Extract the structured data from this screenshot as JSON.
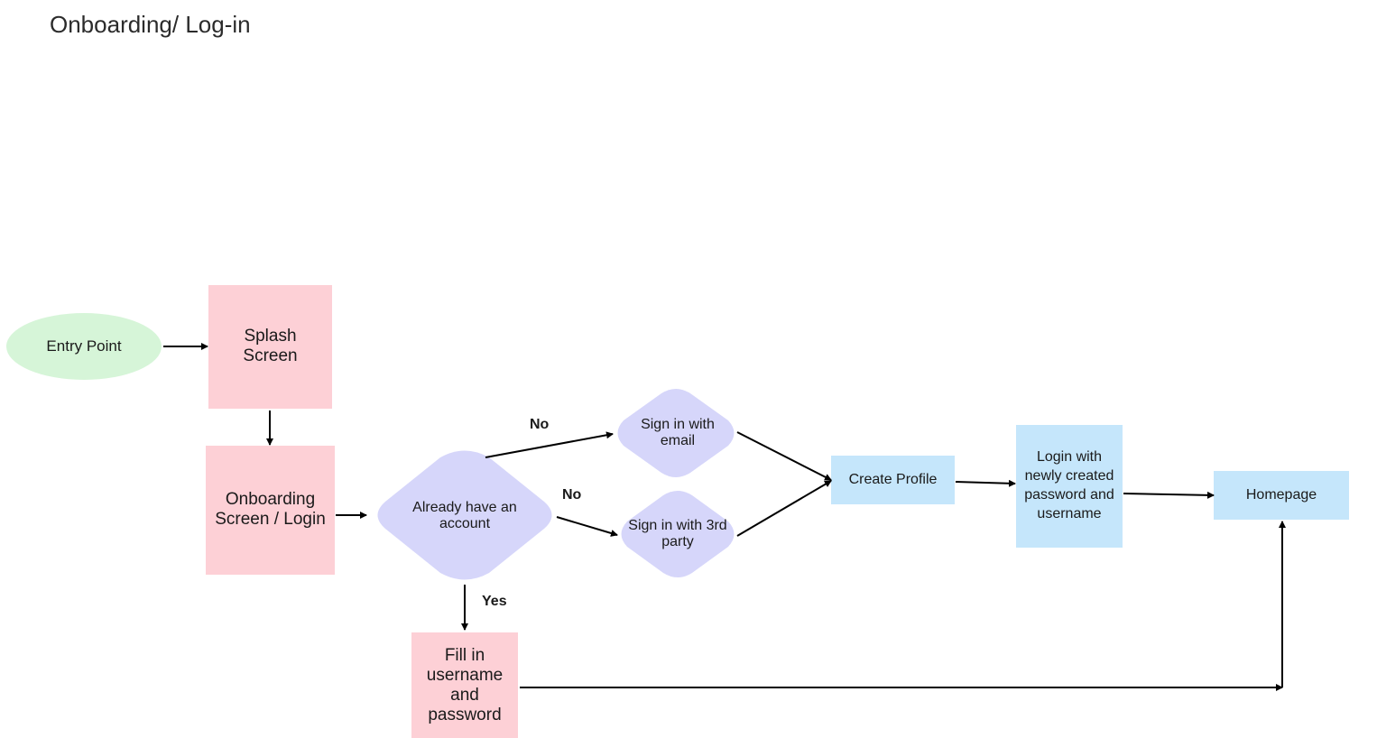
{
  "title": "Onboarding/ Log-in",
  "colors": {
    "terminal": "#d6f5d8",
    "pink_box": "#fdd0d6",
    "decision": "#d6d6fa",
    "blue_box": "#c5e6fb",
    "arrow": "#000000"
  },
  "nodes": {
    "entry_point": "Entry Point",
    "splash_screen": "Splash Screen",
    "onboarding_login": "Onboarding Screen / Login",
    "already_have_account": "Already have an account",
    "sign_in_email": "Sign in with email",
    "sign_in_3rd_party": "Sign in with 3rd party",
    "fill_in": "Fill in username and password",
    "create_profile": "Create Profile",
    "login_new": "Login with newly created password and username",
    "homepage": "Homepage"
  },
  "edge_labels": {
    "no_email": "No",
    "no_3rd_party": "No",
    "yes": "Yes"
  }
}
